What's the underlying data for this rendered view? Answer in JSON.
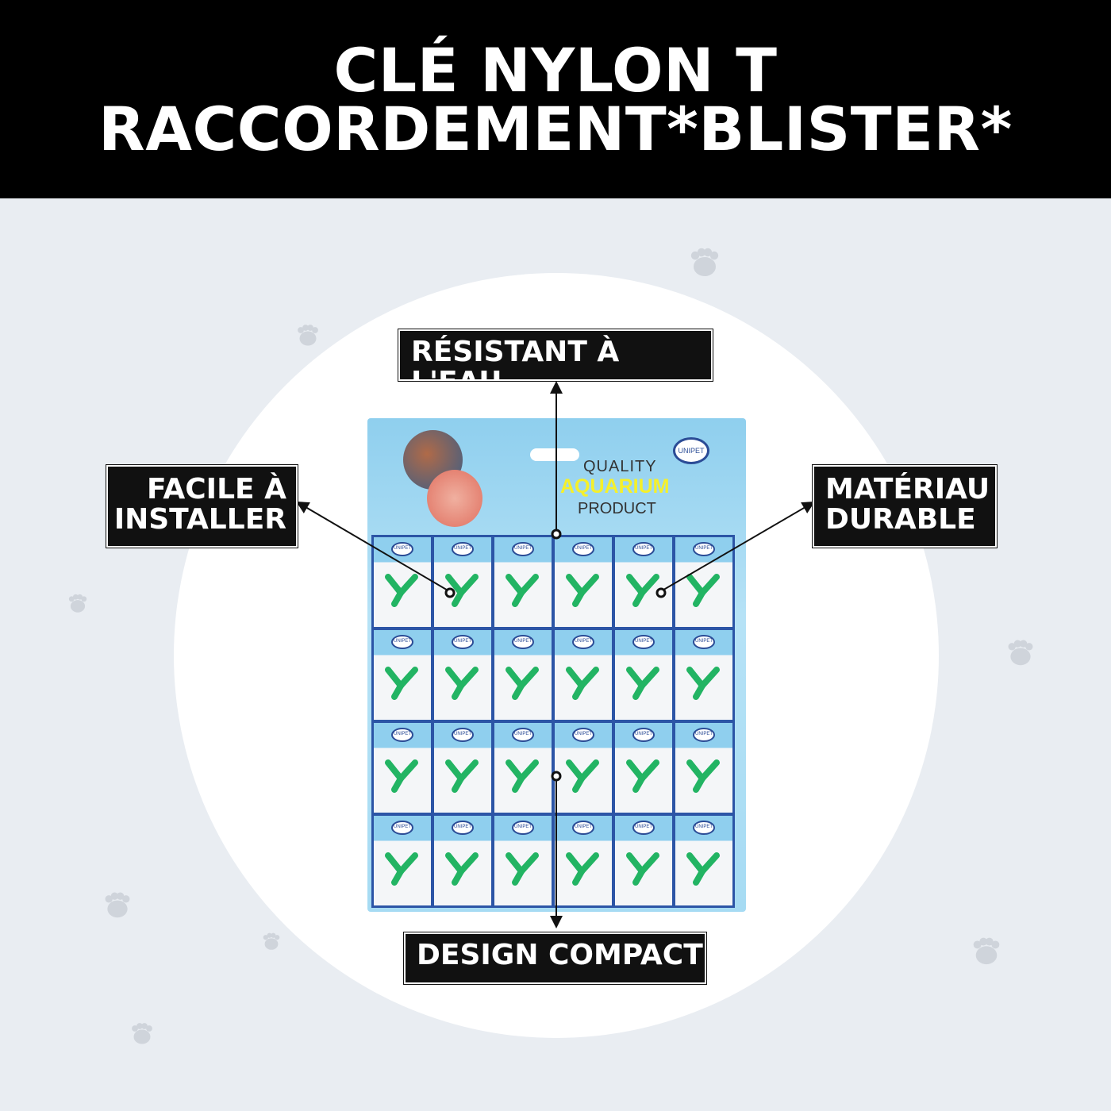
{
  "title": {
    "line1": "CLÉ NYLON T",
    "line2": "RACCORDEMENT*BLISTER*"
  },
  "product": {
    "quality": "QUALITY",
    "aquarium": "AQUARIUM",
    "product": "PRODUCT",
    "brand": "UNIPET"
  },
  "features": {
    "top": "RÉSISTANT À L'EAU",
    "left_line1": "FACILE À",
    "left_line2": "INSTALLER",
    "right_line1": "MATÉRIAU",
    "right_line2": "DURABLE",
    "bottom": "DESIGN COMPACT"
  },
  "colors": {
    "header_bg": "#000000",
    "page_bg": "#e9edf2",
    "card_blue": "#2c55a6",
    "connector_green": "#22b463",
    "label_bg": "#111111"
  },
  "blister_grid": {
    "rows": 4,
    "columns": 6
  }
}
